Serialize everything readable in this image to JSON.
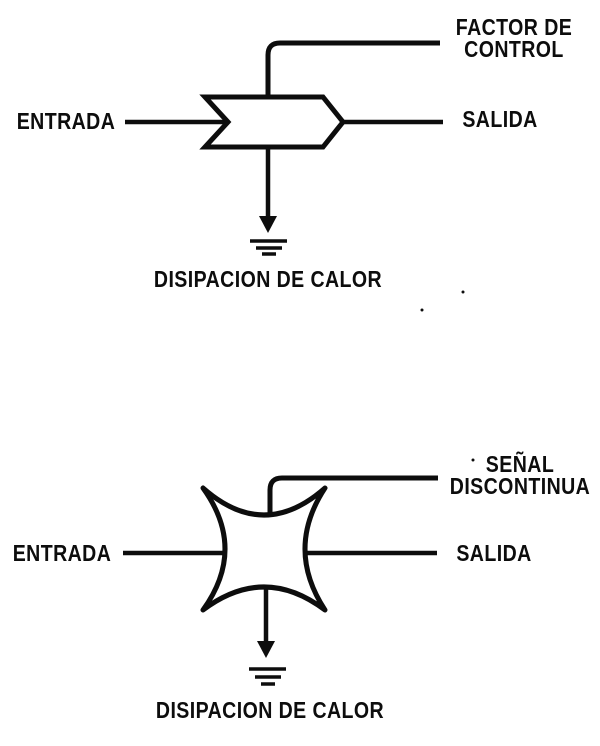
{
  "colors": {
    "ink": "#0d0d0d",
    "paper": "#ffffff"
  },
  "top_diagram": {
    "symbol": "chevron-block-arrow",
    "input_label": "ENTRADA",
    "control_label_line1": "FACTOR DE",
    "control_label_line2": "CONTROL",
    "output_label": "SALIDA",
    "dissipation_label": "DISIPACION DE CALOR"
  },
  "bottom_diagram": {
    "symbol": "concave-square-star",
    "input_label": "ENTRADA",
    "control_label_line1": "SEÑAL",
    "control_label_line2": "DISCONTINUA",
    "output_label": "SALIDA",
    "dissipation_label": "DISIPACION DE CALOR"
  }
}
